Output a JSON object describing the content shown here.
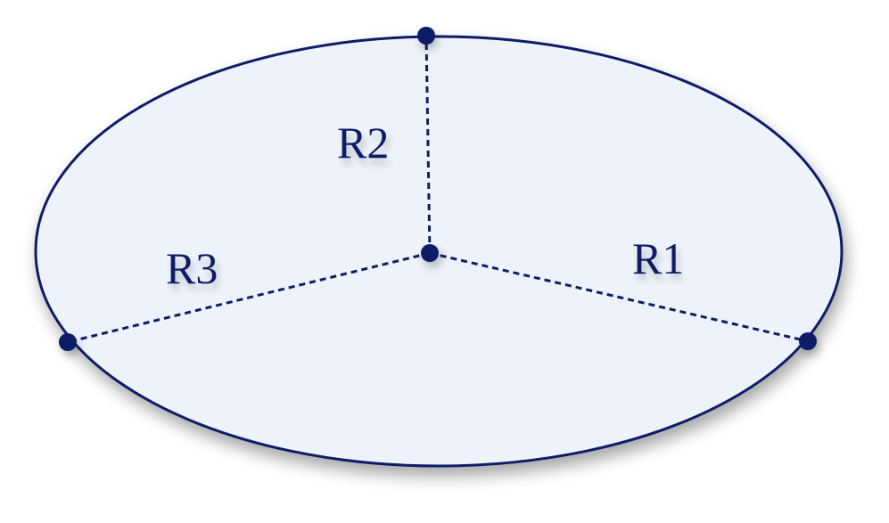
{
  "diagram": {
    "labels": {
      "r1": "R1",
      "r2": "R2",
      "r3": "R3"
    },
    "colors": {
      "stroke": "#0c1f66",
      "fill": "#eef2fb",
      "text": "#0c1f66",
      "shadow": "#9aa3b5"
    }
  }
}
